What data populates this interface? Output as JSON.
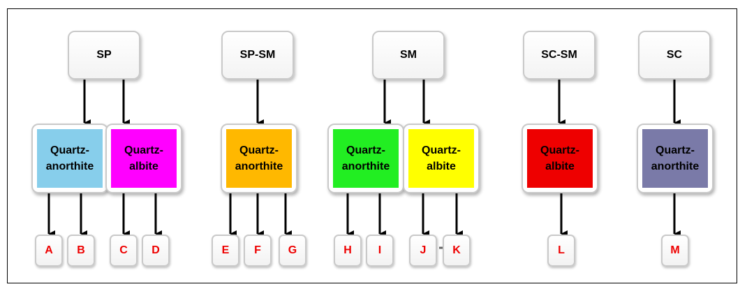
{
  "groups": [
    {
      "label": "SP",
      "minerals": [
        {
          "line1": "Quartz-",
          "line2": "anorthite",
          "color": "#87ceeb",
          "samples": [
            "A",
            "B"
          ]
        },
        {
          "line1": "Quartz-",
          "line2": "albite",
          "color": "#ff00ff",
          "samples": [
            "C",
            "D"
          ]
        }
      ]
    },
    {
      "label": "SP-SM",
      "minerals": [
        {
          "line1": "Quartz-",
          "line2": "anorthite",
          "color": "#ffb800",
          "samples": [
            "E",
            "F",
            "G"
          ]
        }
      ]
    },
    {
      "label": "SM",
      "minerals": [
        {
          "line1": "Quartz-",
          "line2": "anorthite",
          "color": "#22ee22",
          "samples": [
            "H",
            "I"
          ]
        },
        {
          "line1": "Quartz-",
          "line2": "albite",
          "color": "#ffff00",
          "samples": [
            "J",
            "K"
          ]
        }
      ]
    },
    {
      "label": "SC-SM",
      "minerals": [
        {
          "line1": "Quartz-",
          "line2": "albite",
          "color": "#ee0000",
          "samples": [
            "L"
          ]
        }
      ]
    },
    {
      "label": "SC",
      "minerals": [
        {
          "line1": "Quartz-",
          "line2": "anorthite",
          "color": "#7a7aa8",
          "samples": [
            "M"
          ]
        }
      ]
    }
  ],
  "colors": {
    "sample_text": "#ee0000",
    "arrow": "#000000"
  }
}
